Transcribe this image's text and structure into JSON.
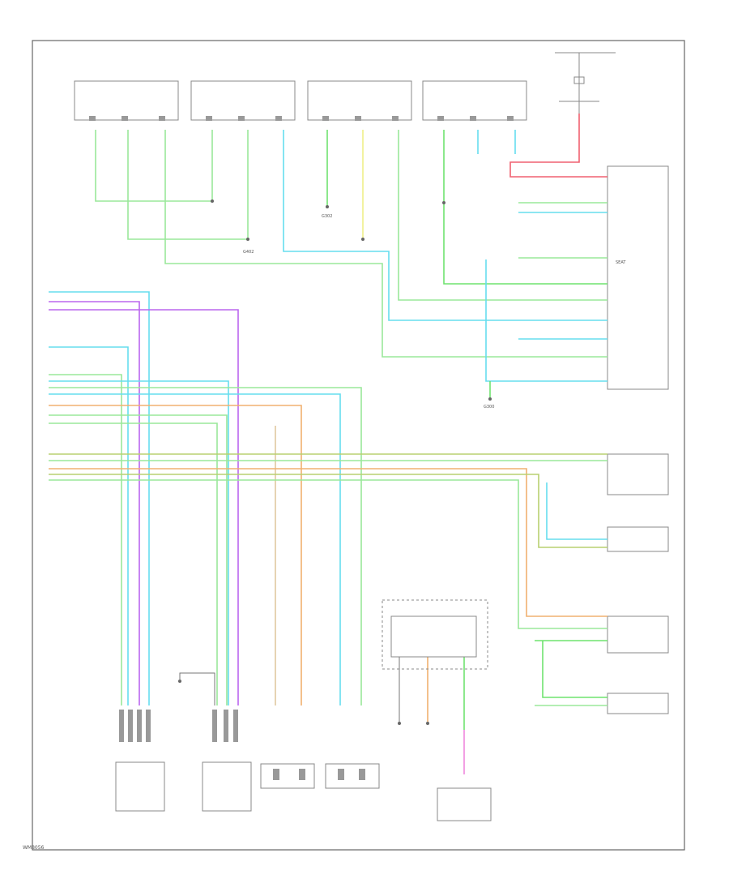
{
  "colors": {
    "green": "#6fe36f",
    "light_green": "#9ae89a",
    "cyan": "#66ddee",
    "yellow": "#eeee88",
    "red": "#f06070",
    "purple": "#bb66ee",
    "orange": "#f0b070",
    "tan": "#e0c8a0",
    "olive": "#b8d070",
    "pink": "#ee88dd",
    "frame": "#666666",
    "text": "#555555"
  },
  "labels": {
    "ground_left": "G402",
    "ground_center": "G302",
    "ground_right": "G300",
    "seat_module": "SEAT",
    "fig_number": "WM8056"
  }
}
